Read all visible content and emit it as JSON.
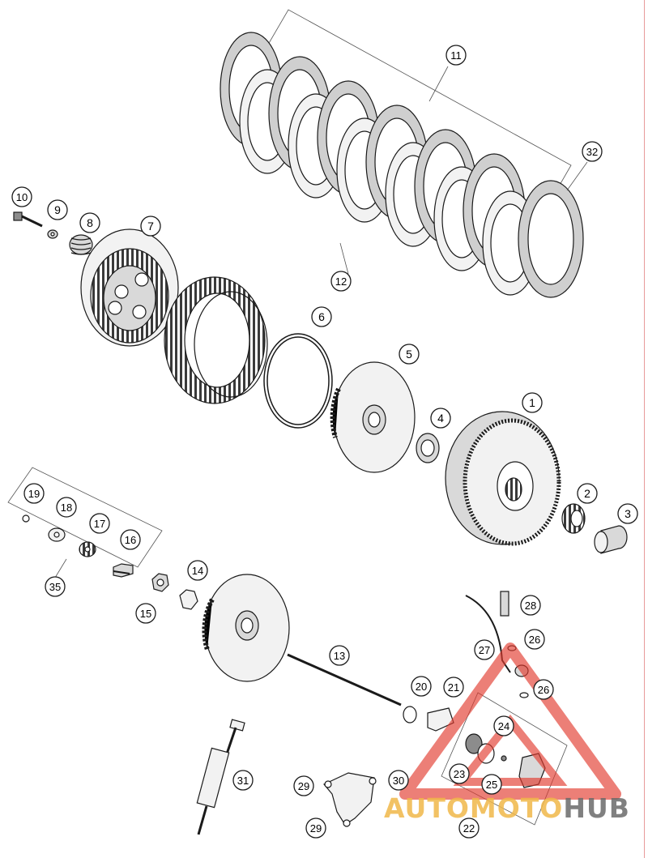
{
  "callouts": [
    {
      "id": "c1",
      "text": "1"
    },
    {
      "id": "c2",
      "text": "2"
    },
    {
      "id": "c3",
      "text": "3"
    },
    {
      "id": "c4",
      "text": "4"
    },
    {
      "id": "c5",
      "text": "5"
    },
    {
      "id": "c6",
      "text": "6"
    },
    {
      "id": "c7",
      "text": "7"
    },
    {
      "id": "c8",
      "text": "8"
    },
    {
      "id": "c9",
      "text": "9"
    },
    {
      "id": "c10",
      "text": "10"
    },
    {
      "id": "c11",
      "text": "11"
    },
    {
      "id": "c12",
      "text": "12"
    },
    {
      "id": "c13",
      "text": "13"
    },
    {
      "id": "c14",
      "text": "14"
    },
    {
      "id": "c15",
      "text": "15"
    },
    {
      "id": "c16",
      "text": "16"
    },
    {
      "id": "c17",
      "text": "17"
    },
    {
      "id": "c18",
      "text": "18"
    },
    {
      "id": "c19",
      "text": "19"
    },
    {
      "id": "c20",
      "text": "20"
    },
    {
      "id": "c21",
      "text": "21"
    },
    {
      "id": "c22",
      "text": "22"
    },
    {
      "id": "c23",
      "text": "23"
    },
    {
      "id": "c24",
      "text": "24"
    },
    {
      "id": "c25",
      "text": "25"
    },
    {
      "id": "c26a",
      "text": "26"
    },
    {
      "id": "c26b",
      "text": "26"
    },
    {
      "id": "c27",
      "text": "27"
    },
    {
      "id": "c28",
      "text": "28"
    },
    {
      "id": "c29a",
      "text": "29"
    },
    {
      "id": "c29b",
      "text": "29"
    },
    {
      "id": "c30",
      "text": "30"
    },
    {
      "id": "c31",
      "text": "31"
    },
    {
      "id": "c32",
      "text": "32"
    },
    {
      "id": "c35",
      "text": "35"
    }
  ],
  "watermark": {
    "brand_part1": "AUTOMOTO",
    "brand_part2": "HUB",
    "color_primary": "#e23b2e",
    "color_secondary": "#f0b84a",
    "color_text_dark": "#6a6a6a"
  },
  "colors": {
    "line": "#1a1a1a",
    "fill_light": "#f2f2f2",
    "fill_mid": "#d9d9d9",
    "fill_dark": "#8c8c8c"
  }
}
